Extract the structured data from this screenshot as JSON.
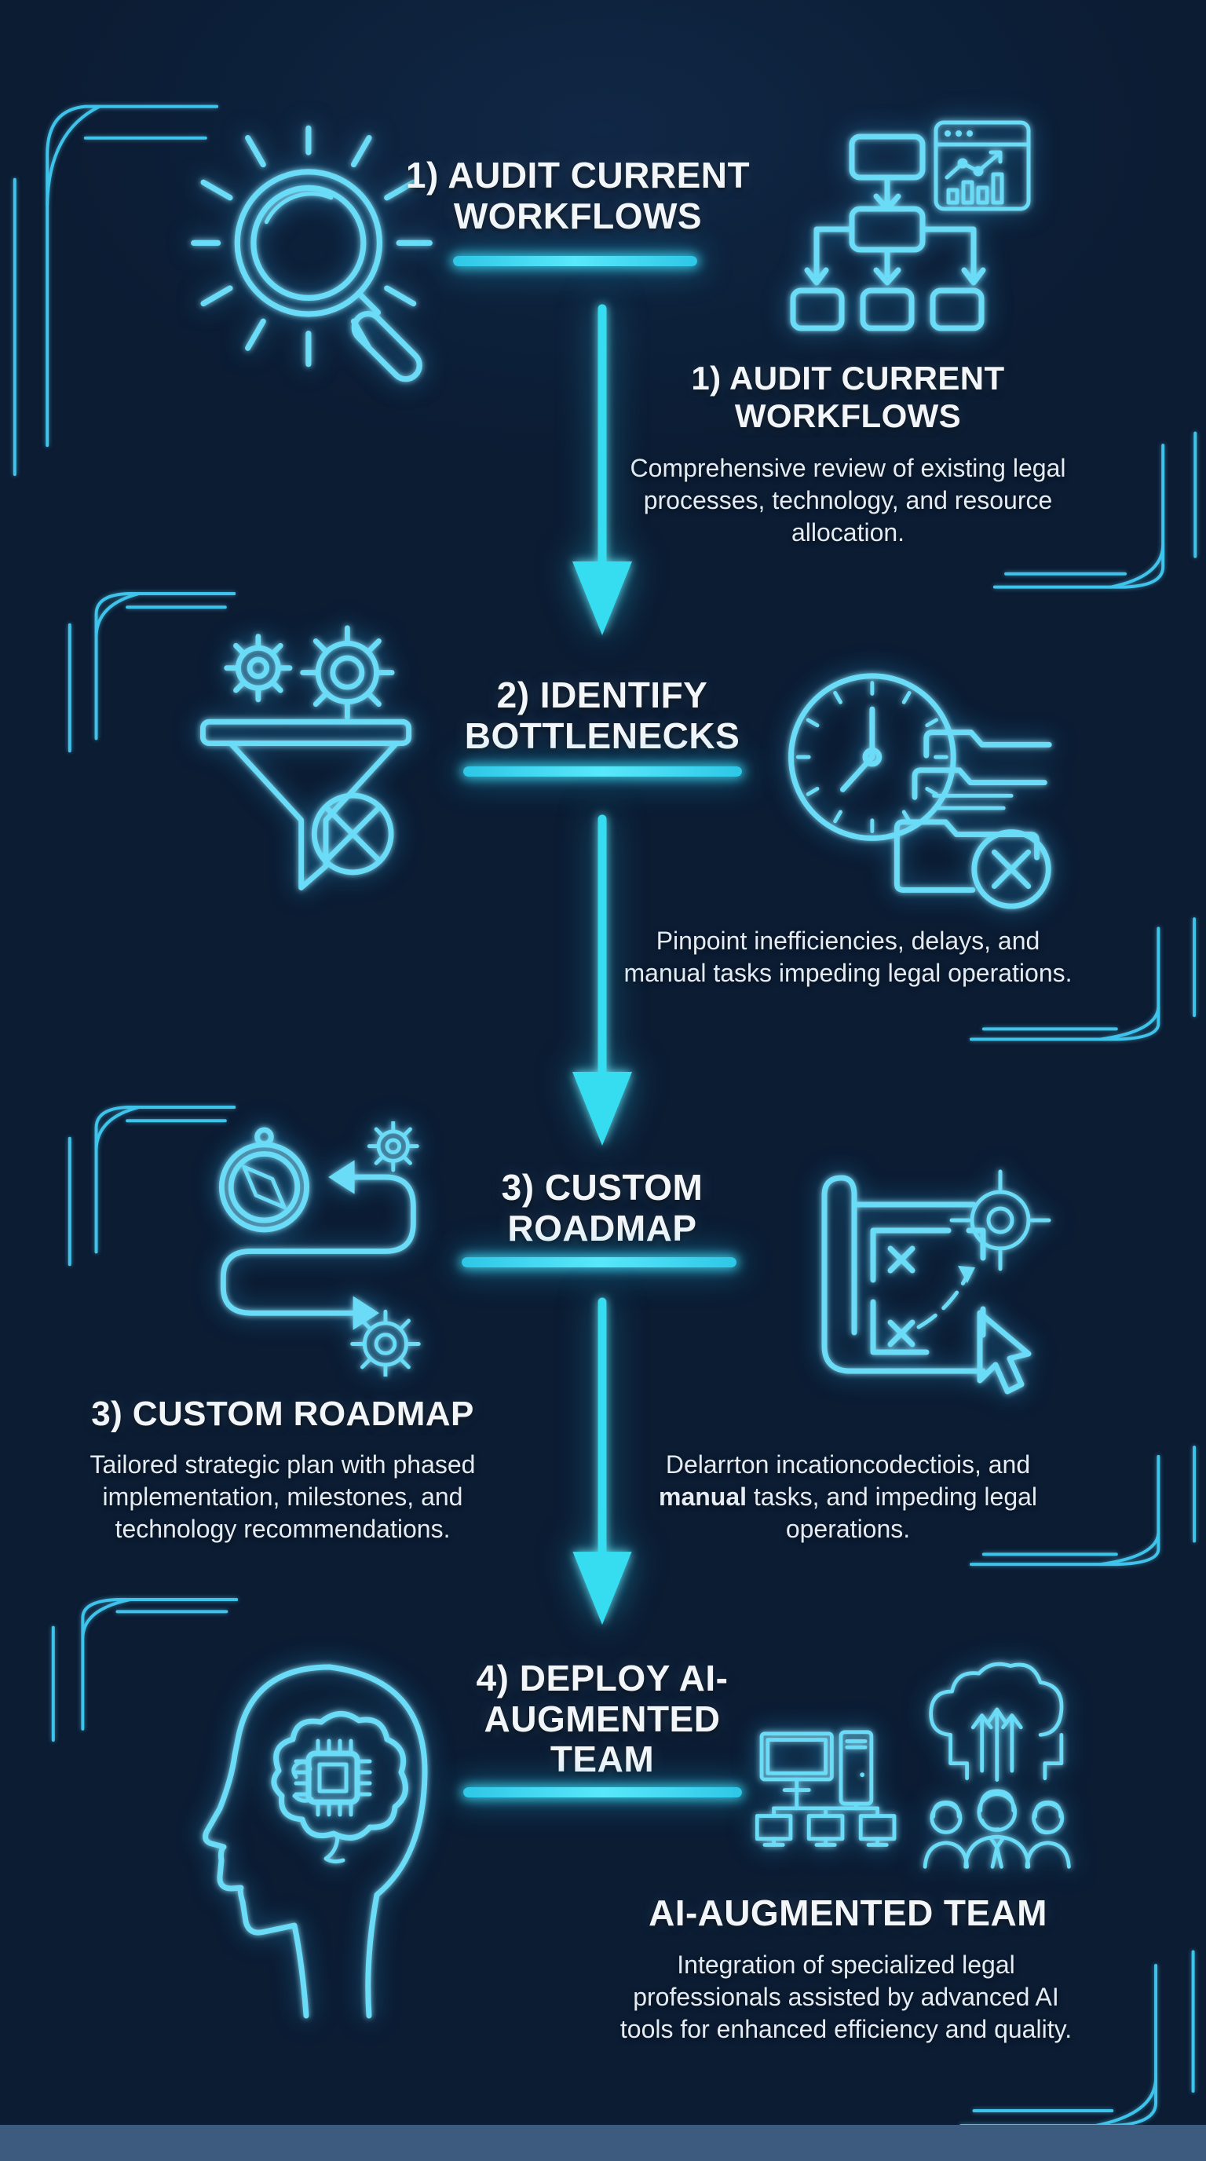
{
  "palette": {
    "background": "#0b1c33",
    "neon_icon": "#6adcf8",
    "accent_cyan": "#36dcf0",
    "bracket_line": "#3ec3ea",
    "title_text": "#f3f6f9",
    "body_text": "#e4ebf3",
    "bottom_bar": "#3c5b7e"
  },
  "icons": [
    "magnifying-glass-icon",
    "workflow-flowchart-icon",
    "analytics-window-icon",
    "funnel-gears-icon",
    "clock-folder-error-icon",
    "compass-route-gears-icon",
    "strategy-map-cursor-icon",
    "ai-brain-head-icon",
    "computer-network-icon",
    "cloud-team-icon",
    "flow-arrow-icon",
    "corner-bracket-decoration"
  ],
  "steps": {
    "s1": {
      "title": "1) AUDIT CURRENT WORKFLOWS",
      "heading": "1) AUDIT CURRENT WORKFLOWS",
      "description": "Comprehensive review of existing legal processes, technology, and resource allocation."
    },
    "s2": {
      "title": "2) IDENTIFY BOTTLENECKS",
      "description": "Pinpoint inefficiencies, delays, and manual tasks impeding legal operations."
    },
    "s3": {
      "title": "3) CUSTOM ROADMAP",
      "heading": "3) CUSTOM ROADMAP",
      "description_left": "Tailored strategic plan with phased implementation, milestones, and technology recommendations.",
      "description_right_pre": "Delarrton incationcodectiois, and ",
      "description_right_bold": "manual",
      "description_right_post": " tasks, and impeding legal operations."
    },
    "s4": {
      "title": "4) DEPLOY AI-AUGMENTED TEAM",
      "heading": "AI-AUGMENTED TEAM",
      "description": "Integration of specialized legal professionals assisted by advanced AI tools for enhanced efficiency and quality."
    }
  }
}
